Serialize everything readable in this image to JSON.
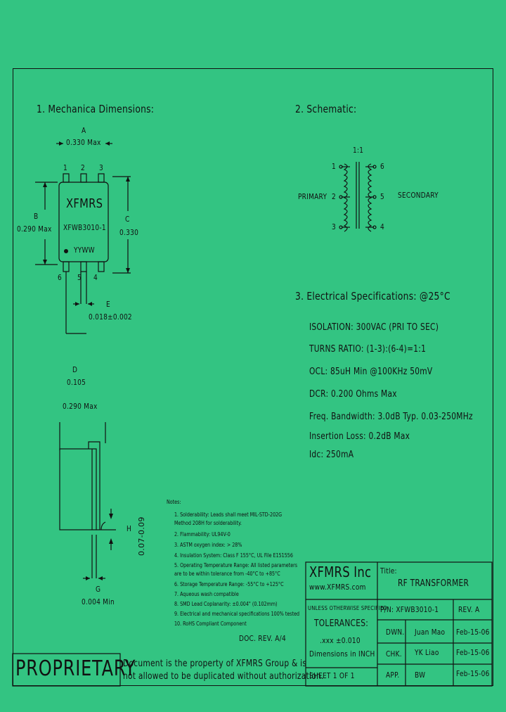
{
  "sections": {
    "mech": "1. Mechanica  Dimensions:",
    "schem": "2. Schematic:",
    "elec": "3. Electrical  Specifications: @25°C"
  },
  "mech": {
    "a_letter": "A",
    "a_value": "0.330 Max",
    "pins_top": [
      "1",
      "2",
      "3"
    ],
    "pins_bottom": [
      "6",
      "5",
      "4"
    ],
    "body_brand": "XFMRS",
    "body_part": "XFWB3010-1",
    "body_date": "YYWW",
    "b_letter": "B",
    "b_value": "0.290 Max",
    "c_letter": "C",
    "c_value": "0.330",
    "e_letter": "E",
    "e_value": "0.018±0.002",
    "d_letter": "D",
    "d_value": "0.105",
    "side_width": "0.290 Max",
    "h_letter": "H",
    "h_value": "0.07-0.09",
    "g_letter": "G",
    "g_value": "0.004 Min"
  },
  "schematic": {
    "ratio": "1:1",
    "pins_left": [
      "1",
      "2",
      "3"
    ],
    "pins_right": [
      "6",
      "5",
      "4"
    ],
    "primary": "PRIMARY",
    "secondary": "SECONDARY"
  },
  "electrical": [
    "ISOLATION: 300VAC (PRI TO SEC)",
    "TURNS RATIO: (1-3):(6-4)=1:1",
    "OCL: 85uH Min @100KHz 50mV",
    "DCR: 0.200 Ohms Max",
    "Freq. Bandwidth: 3.0dB Typ. 0.03-250MHz",
    "Insertion Loss: 0.2dB Max",
    "Idc: 250mA"
  ],
  "notes": {
    "title": "Notes:",
    "items": [
      "1. Solderability: Leads shall meet MIL-STD-202G",
      "    Method 208H for solderability.",
      "2. Flammability: UL94V-0",
      "3. ASTM oxygen index: > 28%",
      "4. Insulation System: Class F 155°C, UL File E151556",
      "5. Operating Temperature Range: All listed parameters",
      "    are to be within tolerance from -40°C to +85°C",
      "6. Storage Temperature Range: -55°C to +125°C",
      "7. Aqueous wash compatible",
      "8. SMD Lead Coplanarity: ±0.004\" (0.102mm)",
      "9. Electrical and mechanical specifications 100% tested",
      "10. RoHS Compliant Component"
    ],
    "doc_rev": "DOC. REV. A/4"
  },
  "title_block": {
    "company": "XFMRS Inc",
    "website": "www.XFMRS.com",
    "title_label": "Title:",
    "title": "RF TRANSFORMER",
    "tol_header": "UNLESS OTHERWISE SPECIFIED",
    "tol_label": "TOLERANCES:",
    "tol_value": ".xxx ±0.010",
    "tol_units": "Dimensions in INCH",
    "sheet": "SHEET  1  OF  1",
    "pn": "P/N: XFWB3010-1",
    "rev": "REV. A",
    "dwn_label": "DWN.",
    "dwn_name": "Juan Mao",
    "dwn_date": "Feb-15-06",
    "chk_label": "CHK.",
    "chk_name": "YK Liao",
    "chk_date": "Feb-15-06",
    "app_label": "APP.",
    "app_name": "BW",
    "app_date": "Feb-15-06"
  },
  "proprietary": {
    "stamp": "PROPRIETARY",
    "line1": "Document is the property of XFMRS Group & is",
    "line2": "not allowed to be duplicated without authorization."
  }
}
